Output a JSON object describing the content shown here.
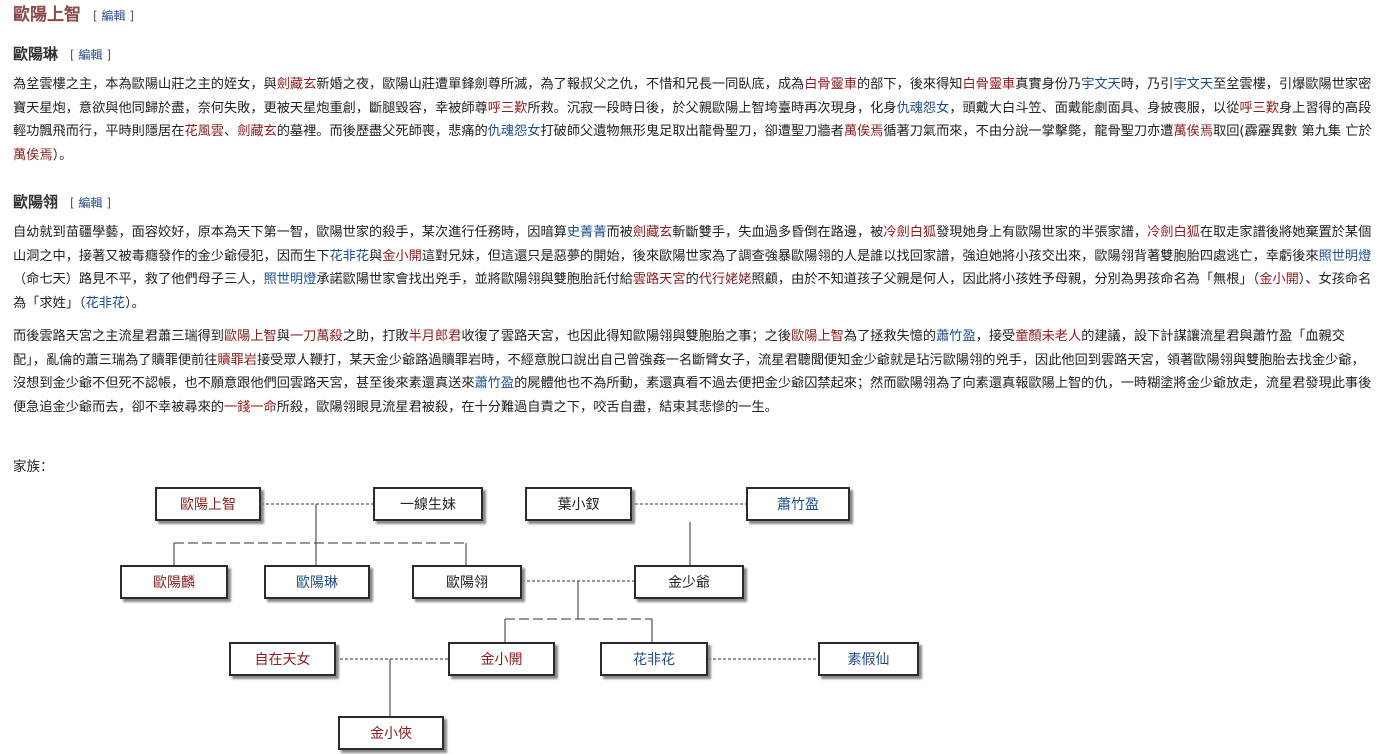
{
  "section_title": "歐陽上智",
  "edit_label": "編輯",
  "sections": [
    {
      "title": "歐陽琳",
      "paragraph": [
        [
          "t",
          "為坌雲樓之主，本為歐陽山莊之主的姪女，與"
        ],
        [
          "r",
          "劍藏玄"
        ],
        [
          "t",
          "新婚之夜，歐陽山莊遭單鋒劍尊所滅，為了報叔父之仇，不惜和兄長一同臥底，成為"
        ],
        [
          "r",
          "白骨靈車"
        ],
        [
          "t",
          "的部下，後來得知"
        ],
        [
          "r",
          "白骨靈車"
        ],
        [
          "t",
          "真實身份乃"
        ],
        [
          "b",
          "宇文天"
        ],
        [
          "t",
          "時，乃引"
        ],
        [
          "b",
          "宇文天"
        ],
        [
          "t",
          "至坌雲樓，引爆歐陽世家密寶天星炮，意欲與他同歸於盡，奈何失敗，更被天星炮重創，斷腿毀容，幸被師尊"
        ],
        [
          "r",
          "呼三歎"
        ],
        [
          "t",
          "所救。沉寂一段時日後，於父親歐陽上智垮臺時再次現身，化身"
        ],
        [
          "b",
          "仇魂怨女"
        ],
        [
          "t",
          "，頭戴大白斗笠、面戴能劇面具、身披喪服，以從"
        ],
        [
          "r",
          "呼三歎"
        ],
        [
          "t",
          "身上習得的高段輕功飄飛而行，平時則隱居在"
        ],
        [
          "r",
          "花風雲"
        ],
        [
          "t",
          "、"
        ],
        [
          "r",
          "劍藏玄"
        ],
        [
          "t",
          "的墓裡。而後歷盡父死師喪，悲痛的"
        ],
        [
          "b",
          "仇魂怨女"
        ],
        [
          "t",
          "打破師父遺物無形鬼足取出龍骨聖刀，卻遭聖刀牆者"
        ],
        [
          "r",
          "萬俟焉"
        ],
        [
          "t",
          "循著刀氣而來，不由分說一掌擊斃，龍骨聖刀亦遭"
        ],
        [
          "r",
          "萬俟焉"
        ],
        [
          "t",
          "取回(霹靂異數 第九集 亡於"
        ],
        [
          "r",
          "萬俟焉"
        ],
        [
          "t",
          "）。"
        ]
      ]
    },
    {
      "title": "歐陽翎",
      "paragraph": [
        [
          "t",
          "自幼就到苗疆學藝，面容姣好，原本為天下第一智，歐陽世家的殺手，某次進行任務時，因暗算"
        ],
        [
          "b",
          "史菁菁"
        ],
        [
          "t",
          "而被"
        ],
        [
          "r",
          "劍藏玄"
        ],
        [
          "t",
          "斬斷雙手，失血過多昏倒在路邊，被"
        ],
        [
          "r",
          "冷劍白狐"
        ],
        [
          "t",
          "發現她身上有歐陽世家的半張家譜，"
        ],
        [
          "r",
          "冷劍白狐"
        ],
        [
          "t",
          "在取走家譜後將她棄置於某個山洞之中，接著又被毒癮發作的金少爺侵犯，因而生下"
        ],
        [
          "b",
          "花非花"
        ],
        [
          "t",
          "與"
        ],
        [
          "r",
          "金小開"
        ],
        [
          "t",
          "這對兄妹，但這還只是惡夢的開始，後來歐陽世家為了調查強暴歐陽翎的人是誰以找回家譜，強迫她將小孩交出來，歐陽翎背著雙胞胎四處逃亡，幸虧後來"
        ],
        [
          "b",
          "照世明燈"
        ],
        [
          "t",
          "（命七天）路見不平，救了他們母子三人，"
        ],
        [
          "b",
          "照世明燈"
        ],
        [
          "t",
          "承諾歐陽世家會找出兇手，並將歐陽翎與雙胞胎託付給"
        ],
        [
          "r",
          "雲路天宮"
        ],
        [
          "t",
          "的"
        ],
        [
          "r",
          "代行姥姥"
        ],
        [
          "t",
          "照顧，由於不知道孩子父親是何人，因此將小孩姓予母親，分別為男孩命名為「無根」（"
        ],
        [
          "r",
          "金小開"
        ],
        [
          "t",
          "）、女孩命名為「求姓」（"
        ],
        [
          "b",
          "花非花"
        ],
        [
          "t",
          "）。"
        ]
      ],
      "paragraph2": [
        [
          "t",
          "而後雲路天宮之主流星君蕭三瑞得到"
        ],
        [
          "r",
          "歐陽上智"
        ],
        [
          "t",
          "與"
        ],
        [
          "r",
          "一刀萬殺"
        ],
        [
          "t",
          "之助，打敗"
        ],
        [
          "r",
          "半月郎君"
        ],
        [
          "t",
          "收復了雲路天宮，也因此得知歐陽翎與雙胞胎之事；之後"
        ],
        [
          "r",
          "歐陽上智"
        ],
        [
          "t",
          "為了拯救失憶的"
        ],
        [
          "b",
          "蕭竹盈"
        ],
        [
          "t",
          "，接受"
        ],
        [
          "r",
          "童顏未老人"
        ],
        [
          "t",
          "的建議，設下計謀讓流星君與蕭竹盈「血親交配」，亂倫的蕭三瑞為了贖罪便前往"
        ],
        [
          "r",
          "贖罪岩"
        ],
        [
          "t",
          "接受眾人鞭打，某天金少爺路過贖罪岩時，不經意脫口說出自己曾強姦一名斷臂女子，流星君聽聞便知金少爺就是玷污歐陽翎的兇手，因此他回到雲路天宮，領著歐陽翎與雙胞胎去找金少爺，沒想到金少爺不但死不認帳，也不願意跟他們回雲路天宮，甚至後來素還真送來"
        ],
        [
          "b",
          "蕭竹盈"
        ],
        [
          "t",
          "的屍體他也不為所動，素還真看不過去便把金少爺囚禁起來；然而歐陽翎為了向素還真報歐陽上智的仇，一時糊塗將金少爺放走，流星君發現此事後便急追金少爺而去，卻不幸被尋來的"
        ],
        [
          "r",
          "一錢一命"
        ],
        [
          "t",
          "所殺，歐陽翎眼見流星君被殺，在十分難過自責之下，咬舌自盡，結束其悲慘的一生。"
        ]
      ]
    }
  ],
  "family_label": "家族：",
  "family_tree": {
    "nodes": [
      {
        "id": "ouyang-shangzhi",
        "label": "歐陽上智",
        "color": "#8b1e1e"
      },
      {
        "id": "yixian-shengmei",
        "label": "一線生妹",
        "color": "#222222"
      },
      {
        "id": "ye-xiaochai",
        "label": "葉小釵",
        "color": "#222222"
      },
      {
        "id": "xiao-zhuying",
        "label": "蕭竹盈",
        "color": "#1f4f8a"
      },
      {
        "id": "ouyang-lin-qi",
        "label": "歐陽麟",
        "color": "#8b1e1e"
      },
      {
        "id": "ouyang-lin",
        "label": "歐陽琳",
        "color": "#1f4f8a"
      },
      {
        "id": "ouyang-ling",
        "label": "歐陽翎",
        "color": "#222222"
      },
      {
        "id": "jin-shaoye",
        "label": "金少爺",
        "color": "#222222"
      },
      {
        "id": "zizai-tiannv",
        "label": "自在天女",
        "color": "#8b1e1e"
      },
      {
        "id": "jin-xiaokai",
        "label": "金小開",
        "color": "#8b1e1e"
      },
      {
        "id": "hua-feihua",
        "label": "花非花",
        "color": "#1f4f8a"
      },
      {
        "id": "su-jiaxian",
        "label": "素假仙",
        "color": "#1f4f8a"
      },
      {
        "id": "jin-xiaoxia",
        "label": "金小俠",
        "color": "#8b1e1e"
      }
    ]
  }
}
